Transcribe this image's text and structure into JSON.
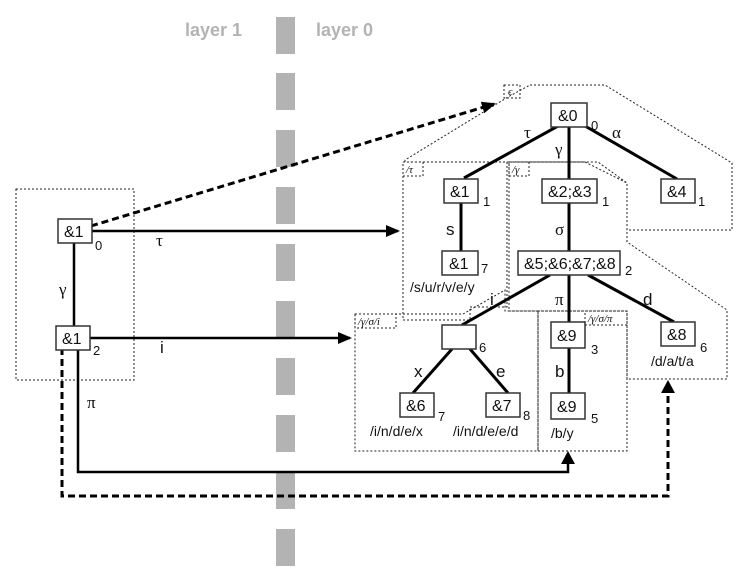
{
  "layers": {
    "left": "layer 1",
    "right": "layer 0"
  },
  "colors": {
    "divider": "#b3b3b3",
    "stroke": "#000000"
  },
  "layer1": {
    "nodes": [
      {
        "id": "L1a",
        "label": "&1",
        "index": "0"
      },
      {
        "id": "L1b",
        "label": "&1",
        "index": "2"
      }
    ],
    "edges": [
      {
        "from": "L1a",
        "to": "L1b",
        "label": "γ"
      }
    ],
    "links": [
      {
        "from": "L1a",
        "to": "region-epsilon",
        "label": "",
        "style": "dashed"
      },
      {
        "from": "L1a",
        "to": "region-tau",
        "label": "τ",
        "style": "solid"
      },
      {
        "from": "L1b",
        "to": "region-gamma-sigma-i",
        "label": "i",
        "style": "solid"
      },
      {
        "from": "L1b",
        "to": "region-gamma-sigma-pi",
        "label": "π",
        "style": "solid"
      },
      {
        "from": "L1b",
        "to": "region-d",
        "label": "",
        "style": "dashed"
      }
    ]
  },
  "layer0": {
    "regions": [
      {
        "id": "region-epsilon",
        "tag": "ϵ"
      },
      {
        "id": "region-tau",
        "tag": "/τ"
      },
      {
        "id": "region-gamma",
        "tag": "/γ"
      },
      {
        "id": "region-gamma-sigma-i",
        "tag": "/γ/σ/i"
      },
      {
        "id": "region-gamma-sigma-pi",
        "tag": "/γ/σ/π"
      }
    ],
    "nodes": [
      {
        "id": "n0",
        "label": "&0",
        "index": "0",
        "path": ""
      },
      {
        "id": "n1",
        "label": "&1",
        "index": "1",
        "path": ""
      },
      {
        "id": "n23",
        "label": "&2;&3",
        "index": "1",
        "path": ""
      },
      {
        "id": "n4",
        "label": "&4",
        "index": "1",
        "path": ""
      },
      {
        "id": "n1b",
        "label": "&1",
        "index": "7",
        "path": "/s/u/r/v/e/y"
      },
      {
        "id": "n5678",
        "label": "&5;&6;&7;&8",
        "index": "2",
        "path": ""
      },
      {
        "id": "nEmpty",
        "label": "",
        "index": "6",
        "path": ""
      },
      {
        "id": "n9a",
        "label": "&9",
        "index": "3",
        "path": ""
      },
      {
        "id": "n8",
        "label": "&8",
        "index": "6",
        "path": "/d/a/t/a"
      },
      {
        "id": "n6",
        "label": "&6",
        "index": "7",
        "path": "/i/n/d/e/x"
      },
      {
        "id": "n7",
        "label": "&7",
        "index": "8",
        "path": "/i/n/d/e/e/d"
      },
      {
        "id": "n9b",
        "label": "&9",
        "index": "5",
        "path": "/b/y"
      }
    ],
    "edges": [
      {
        "from": "n0",
        "to": "n1",
        "label": "τ"
      },
      {
        "from": "n0",
        "to": "n23",
        "label": "γ"
      },
      {
        "from": "n0",
        "to": "n4",
        "label": "α"
      },
      {
        "from": "n1",
        "to": "n1b",
        "label": "s"
      },
      {
        "from": "n23",
        "to": "n5678",
        "label": "σ"
      },
      {
        "from": "n5678",
        "to": "nEmpty",
        "label": "i"
      },
      {
        "from": "n5678",
        "to": "n9a",
        "label": "π"
      },
      {
        "from": "n5678",
        "to": "n8",
        "label": "d"
      },
      {
        "from": "nEmpty",
        "to": "n6",
        "label": "x"
      },
      {
        "from": "nEmpty",
        "to": "n7",
        "label": "e"
      },
      {
        "from": "n9a",
        "to": "n9b",
        "label": "b"
      }
    ]
  }
}
